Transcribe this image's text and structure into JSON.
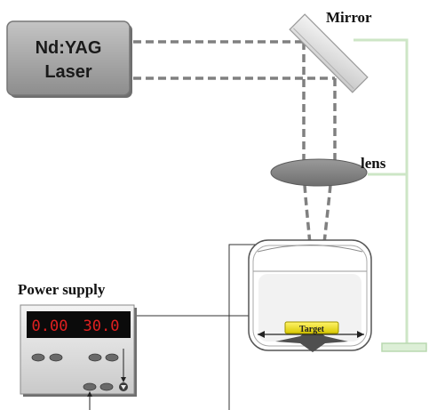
{
  "laser": {
    "line1": "Nd:YAG",
    "line2": "Laser"
  },
  "labels": {
    "mirror": "Mirror",
    "lens": "lens",
    "power_supply": "Power supply",
    "target": "Target"
  },
  "power_supply": {
    "display_left": "0.00",
    "display_right": "30.0"
  },
  "colors": {
    "stand": "#cde6c6",
    "beam": "#808080",
    "laser_box": "#9a9a9a",
    "display_text": "#e02020",
    "target": "#f2e600"
  }
}
